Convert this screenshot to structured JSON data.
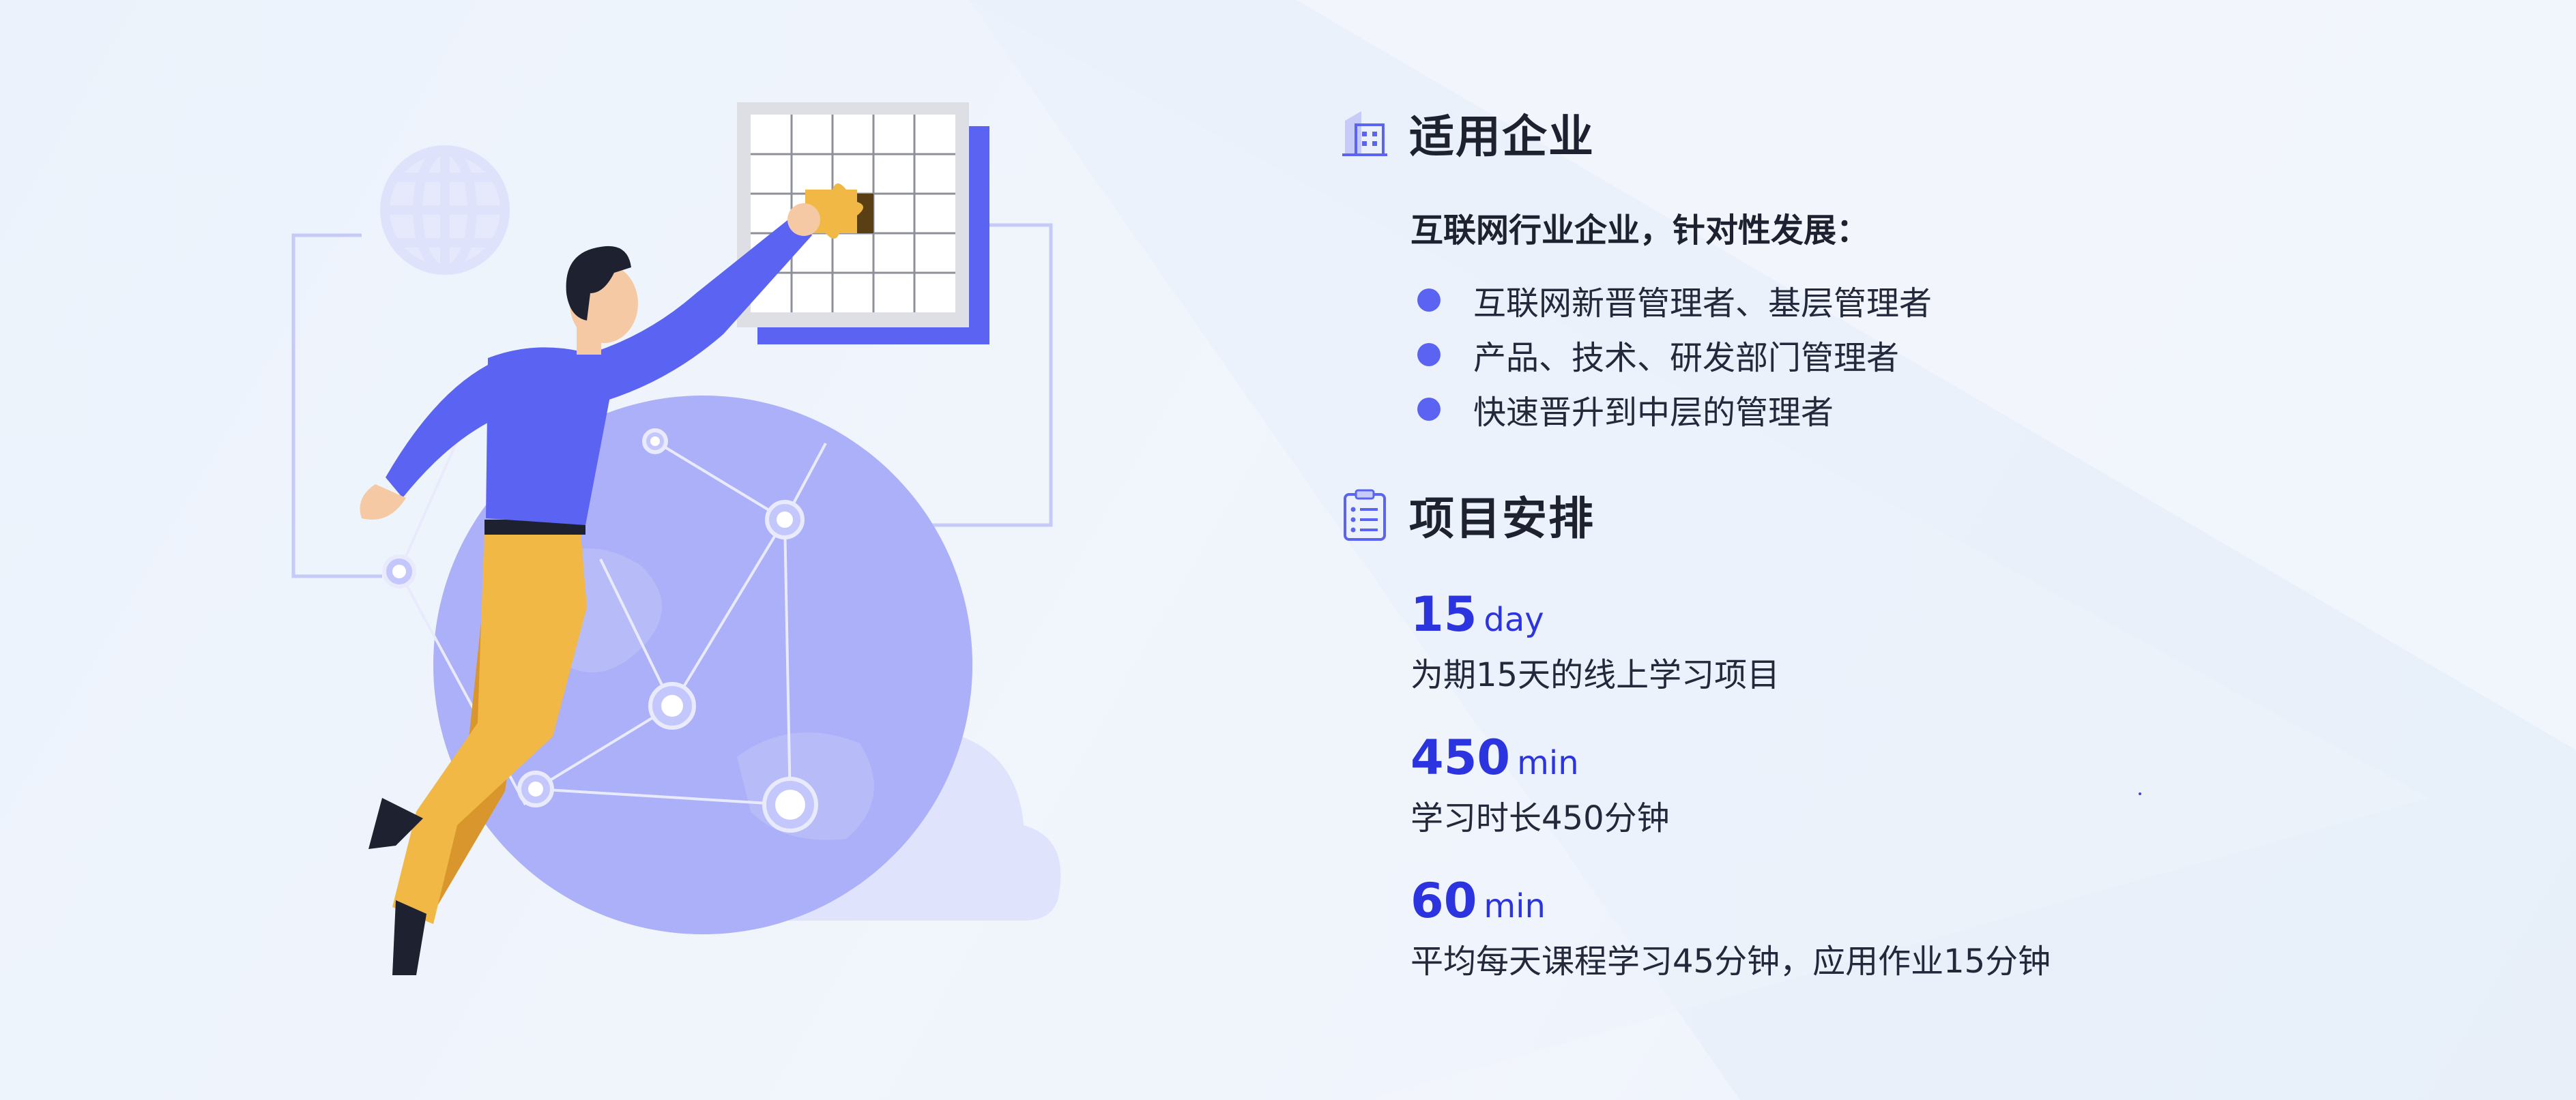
{
  "colors": {
    "accent": "#2c34e0",
    "bullet": "#5b63f2",
    "shirt": "#5b63f2",
    "pants": "#f2b845",
    "globe": "#a3aaf7",
    "text": "#1e2230"
  },
  "illustration": {
    "icon": "person-solving-puzzle-illustration"
  },
  "applicable": {
    "icon": "building-icon",
    "title": "适用企业",
    "intro": "互联网行业企业，针对性发展：",
    "items": [
      "互联网新晋管理者、基层管理者",
      "产品、技术、研发部门管理者",
      "快速晋升到中层的管理者"
    ]
  },
  "schedule": {
    "icon": "clipboard-list-icon",
    "title": "项目安排",
    "stats": [
      {
        "number": "15",
        "unit": "day",
        "desc": "为期15天的线上学习项目"
      },
      {
        "number": "450",
        "unit": "min",
        "desc": "学习时长450分钟"
      },
      {
        "number": "60",
        "unit": "min",
        "desc": "平均每天课程学习45分钟，应用作业15分钟"
      }
    ]
  }
}
